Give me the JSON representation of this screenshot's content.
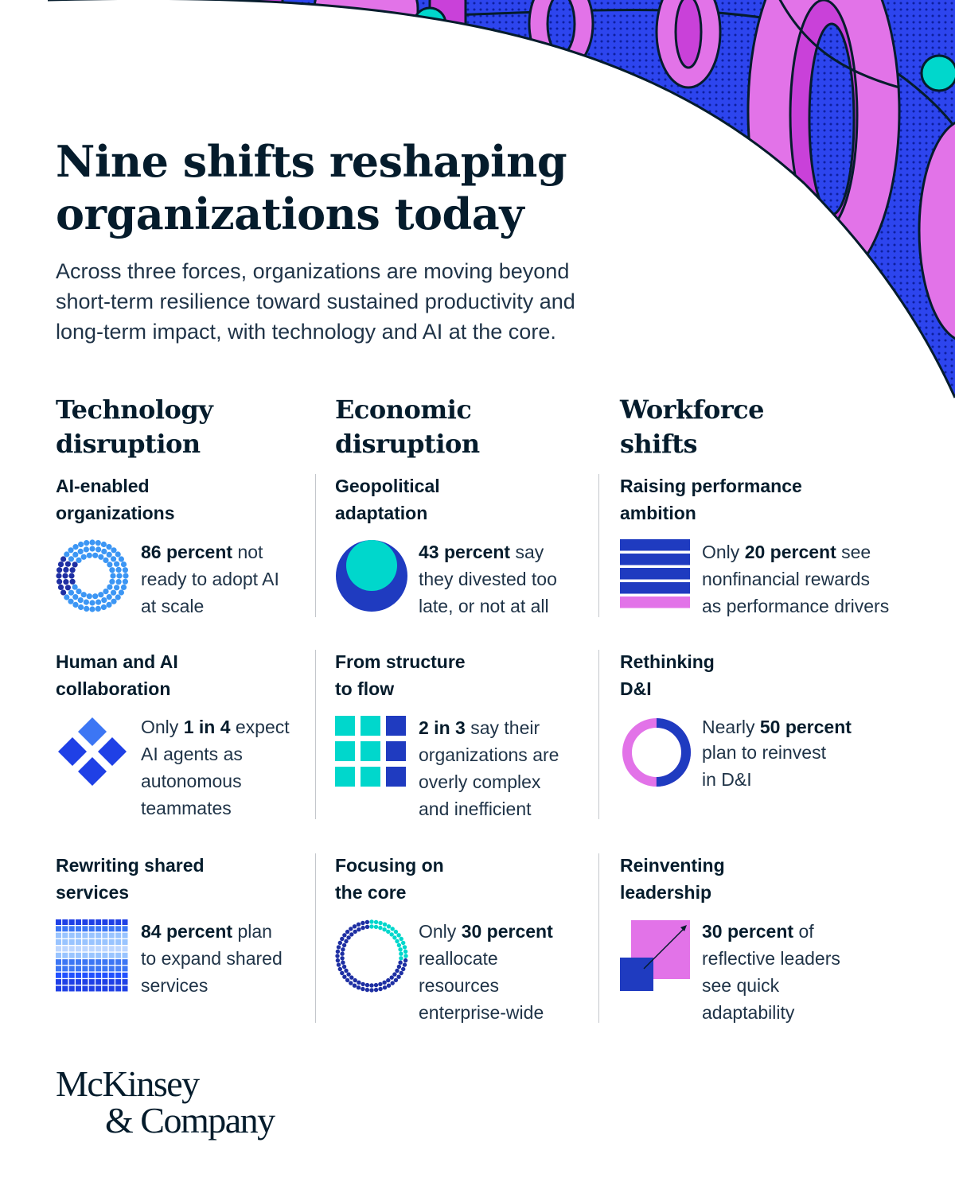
{
  "header": {
    "title_line1": "Nine shifts reshaping",
    "title_line2": "organizations today",
    "subtitle_line1": "Across three forces, organizations are moving beyond",
    "subtitle_line2": "short-term resilience toward sustained productivity and",
    "subtitle_line3": "long-term impact, with technology and AI at the core."
  },
  "columns": [
    {
      "heading_line1": "Technology",
      "heading_line2": "disruption",
      "items": [
        {
          "title_line1": "AI-enabled",
          "title_line2": "organizations",
          "stat_bold": "86 percent",
          "stat_line1_rest": " not",
          "stat_line2": "ready to adopt AI",
          "stat_line3": "at scale",
          "icon": "dotted-ring-icon"
        },
        {
          "title_line1": "Human and AI",
          "title_line2": "collaboration",
          "stat_pre": "Only ",
          "stat_bold": "1 in 4",
          "stat_line1_rest": " expect",
          "stat_line2": "AI agents as",
          "stat_line3": "autonomous",
          "stat_line4": "teammates",
          "icon": "four-diamonds-icon"
        },
        {
          "title_line1": "Rewriting shared",
          "title_line2": "services",
          "stat_bold": "84 percent",
          "stat_line1_rest": " plan",
          "stat_line2": "to expand shared",
          "stat_line3": "services",
          "icon": "square-grid-icon"
        }
      ]
    },
    {
      "heading_line1": "Economic",
      "heading_line2": "disruption",
      "items": [
        {
          "title_line1": "Geopolitical",
          "title_line2": "adaptation",
          "stat_bold": "43 percent",
          "stat_line1_rest": " say",
          "stat_line2": "they divested too",
          "stat_line3": "late, or not at all",
          "icon": "nested-circles-icon"
        },
        {
          "title_line1": "From structure",
          "title_line2": "to flow",
          "stat_bold": "2 in 3",
          "stat_line1_rest": " say their",
          "stat_line2": "organizations are",
          "stat_line3": "overly complex",
          "stat_line4": "and inefficient",
          "icon": "three-by-three-grid-icon"
        },
        {
          "title_line1": "Focusing on",
          "title_line2": "the core",
          "stat_pre": "Only ",
          "stat_bold": "30 percent",
          "stat_line2": "reallocate",
          "stat_line3": "resources",
          "stat_line4": "enterprise-wide",
          "icon": "dot-circle-icon"
        }
      ]
    },
    {
      "heading_line1": "Workforce",
      "heading_line2": "shifts",
      "items": [
        {
          "title_line1": "Raising performance",
          "title_line2": "ambition",
          "stat_pre": "Only ",
          "stat_bold": "20 percent",
          "stat_line1_rest": " see",
          "stat_line2": "nonfinancial rewards",
          "stat_line3": "as performance drivers",
          "icon": "stacked-bars-icon"
        },
        {
          "title_line1": "Rethinking",
          "title_line2": "D&I",
          "stat_pre": "Nearly ",
          "stat_bold": "50 percent",
          "stat_line2": "plan to reinvest",
          "stat_line3": "in D&I",
          "icon": "donut-icon"
        },
        {
          "title_line1": "Reinventing",
          "title_line2": "leadership",
          "stat_bold": "30 percent",
          "stat_line1_rest": " of",
          "stat_line2": "reflective leaders",
          "stat_line3": "see quick",
          "stat_line4": "adaptability",
          "icon": "growth-squares-icon"
        }
      ]
    }
  ],
  "values": {
    "ai_not_ready": 0.86,
    "ai_agents_teammates": 0.25,
    "shared_services_expand": 0.84,
    "divested_late": 0.43,
    "overly_complex": 0.667,
    "reallocate_resources": 0.3,
    "nonfinancial_rewards": 0.2,
    "reinvest_di": 0.5,
    "quick_adaptability": 0.3
  },
  "brand": {
    "logo_line1": "McKinsey",
    "logo_line2": "& Company"
  },
  "colors": {
    "navy": "#051c2c",
    "royal_blue": "#2251ff",
    "deep_blue": "#1f40e6",
    "cobalt": "#1e3bb3",
    "light_blue": "#99c4ff",
    "sky_blue": "#3c96f4",
    "teal": "#00d7cc",
    "pink": "#e273e8",
    "magenta": "#c941d9",
    "band_blue": "#2d45ee"
  }
}
